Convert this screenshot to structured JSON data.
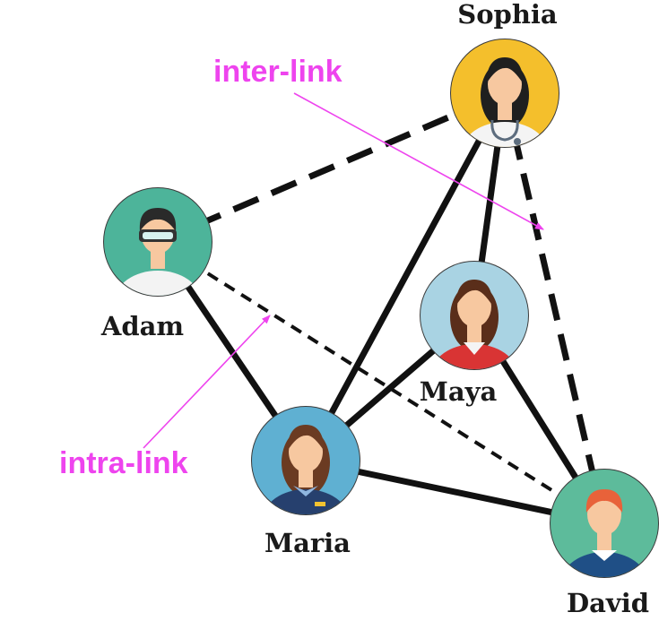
{
  "colors": {
    "edge": "#111111",
    "annotation": "#ee44ee",
    "skin": "#f7c8a0"
  },
  "nodes": [
    {
      "id": "sophia",
      "label": "Sophia",
      "bg": "#f4bf2c",
      "hair": "#1f1f1f",
      "shirt": "#f4f4f4",
      "icon": "doctor-avatar-icon"
    },
    {
      "id": "adam",
      "label": "Adam",
      "bg": "#4db49a",
      "hair": "#2a2a2a",
      "shirt": "#f3f3f3",
      "icon": "engineer-avatar-icon"
    },
    {
      "id": "maya",
      "label": "Maya",
      "bg": "#a9d3e3",
      "hair": "#5a2e1a",
      "shirt": "#d93434",
      "icon": "woman-avatar-icon"
    },
    {
      "id": "maria",
      "label": "Maria",
      "bg": "#5fb0d2",
      "hair": "#6b3b22",
      "shirt": "#26406e",
      "icon": "flight-attendant-avatar-icon"
    },
    {
      "id": "david",
      "label": "David",
      "bg": "#5dbb9b",
      "hair": "#e8623a",
      "shirt": "#1f4f86",
      "icon": "man-avatar-icon"
    }
  ],
  "edges": [
    {
      "from": "adam",
      "to": "sophia",
      "kind": "inter"
    },
    {
      "from": "sophia",
      "to": "david",
      "kind": "inter"
    },
    {
      "from": "adam",
      "to": "david",
      "kind": "intra"
    },
    {
      "from": "sophia",
      "to": "maria",
      "kind": "solid"
    },
    {
      "from": "sophia",
      "to": "maya",
      "kind": "solid"
    },
    {
      "from": "adam",
      "to": "maria",
      "kind": "solid"
    },
    {
      "from": "maya",
      "to": "maria",
      "kind": "solid"
    },
    {
      "from": "maya",
      "to": "david",
      "kind": "solid"
    },
    {
      "from": "maria",
      "to": "david",
      "kind": "solid"
    }
  ],
  "annotations": [
    {
      "id": "inter",
      "text": "inter-link"
    },
    {
      "id": "intra",
      "text": "intra-link"
    }
  ]
}
